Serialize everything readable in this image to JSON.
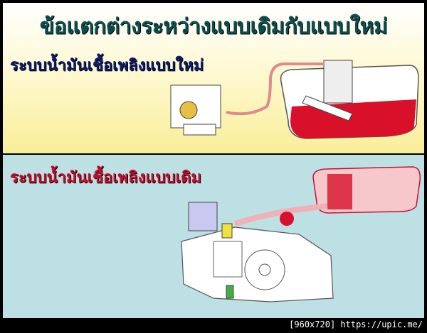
{
  "title": "ข้อแตกต่างระหว่างแบบเดิมกับแบบใหม่",
  "new_system": {
    "label": "ระบบน้ำมันเชื้อเพลิงแบบใหม่"
  },
  "old_system": {
    "label": "ระบบน้ำมันเชื้อเพลิงแบบเดิม"
  },
  "watermark": "[960x720] https://upic.me/",
  "colors": {
    "title": "#0d4f50",
    "new_label": "#0d1d6e",
    "old_label": "#c8102e",
    "fuel": "#d8102a",
    "hose": "#e08a90"
  }
}
